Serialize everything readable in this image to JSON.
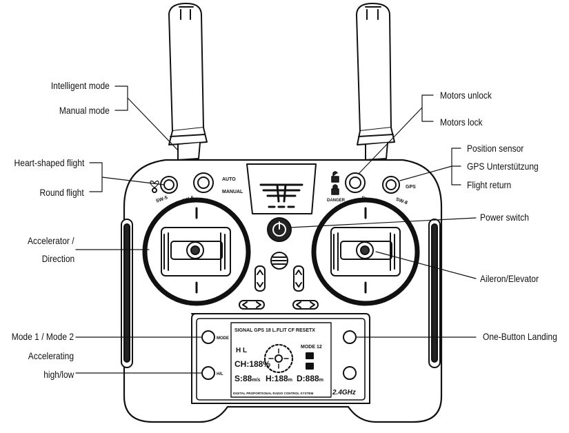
{
  "labels": {
    "intelligent_mode": "Intelligent mode",
    "manual_mode": "Manual mode",
    "heart_shaped_flight": "Heart-shaped flight",
    "round_flight": "Round flight",
    "accelerator_direction_line1": "Accelerator /",
    "accelerator_direction_line2": "Direction",
    "mode_switch": "Mode 1 / Mode 2",
    "accelerating_line1": "Accelerating",
    "accelerating_line2": "high/low",
    "motors_unlock": "Motors unlock",
    "motors_lock": "Motors lock",
    "position_sensor": "Position sensor",
    "gps_support": "GPS Unterstützung",
    "flight_return": "Flight return",
    "power_switch": "Power switch",
    "aileron_elevator": "Aileron/Elevator",
    "one_button_landing": "One-Button Landing"
  },
  "device": {
    "switch_auto": "AUTO",
    "switch_manual": "MANUAL",
    "sw5": "SW-5",
    "sw6": "SW-6",
    "sw7": "SW-7",
    "sw8": "SW-8",
    "danger": "DANGER",
    "gps": "GPS",
    "btn_mode": "MODE",
    "btn_hl": "H/L"
  },
  "lcd": {
    "row1": "SIGNAL GPS 18   L.FLIT CF  RESETX",
    "hl": "H   L",
    "mode": "MODE 12",
    "ch": "CH:188%",
    "s": "S:88",
    "s_unit": "m/s",
    "h": "H:188",
    "h_unit": "m",
    "d": "D:888",
    "d_unit": "m",
    "bottom": "DIGITAL PROPORTIONAL RADIO CONTROL SYSTEM",
    "band": "2.4GHz"
  }
}
